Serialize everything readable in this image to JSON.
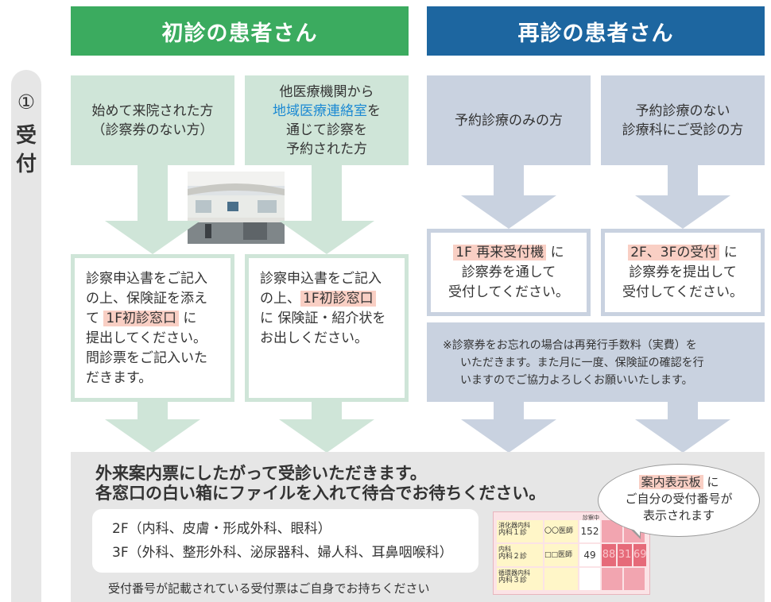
{
  "headers": {
    "first_visit": "初診の患者さん",
    "return_visit": "再診の患者さん"
  },
  "step": {
    "number": "①",
    "char1": "受",
    "char2": "付"
  },
  "categories": {
    "first_no_card_line1": "始めて来院された方",
    "first_no_card_line2": "（診察券のない方）",
    "first_referral_line1": "他医療機関から",
    "first_referral_link": "地域医療連絡室",
    "first_referral_suffix": "を",
    "first_referral_line3": "通じて診察を",
    "first_referral_line4": "予約された方",
    "return_reserved": "予約診療のみの方",
    "return_unreserved_line1": "予約診療のない",
    "return_unreserved_line2": "診療科にご受診の方"
  },
  "instructions": {
    "first_no_card": {
      "line1": "診察申込書をご記入",
      "line2": "の上、保険証を添え",
      "line3_pre": "て ",
      "line3_hl": "1F初診窓口",
      "line3_post": " に",
      "line4": "提出してください。",
      "line5": "問診票をご記入いた",
      "line6": "だきます。"
    },
    "first_referral": {
      "line1": "診察申込書をご記入",
      "line2_pre": "の上、",
      "line2_hl": "1F初診窓口",
      "line3": "に 保険証・紹介状を",
      "line4": "お出しください。"
    },
    "return_reserved": {
      "hl": "1F 再来受付機",
      "post": " に",
      "line2": "診察券を通して",
      "line3": "受付してください。"
    },
    "return_unreserved": {
      "hl": "2F、3Fの受付",
      "post": " に",
      "line2": "診察券を提出して",
      "line3": "受付してください。"
    }
  },
  "note": {
    "line1": "※診察券をお忘れの場合は再発行手数料（実費）を",
    "line2": "いただきます。また月に一度、保険証の確認を行",
    "line3": "いますのでご協力よろしくお願いいたします。"
  },
  "bottom": {
    "main_line1": "外来案内票にしたがって受診いただきます。",
    "main_line2": "各窓口の白い箱にファイルを入れて待合でお待ちください。",
    "floor2": "2F（内科、皮膚・形成外科、眼科）",
    "floor3": "3F（外科、整形外科、泌尿器科、婦人科、耳鼻咽喉科）",
    "footnote": "受付番号が記載されている受付票はご自身でお持ちください"
  },
  "bubble": {
    "hl": "案内表示板",
    "post": " に",
    "line2": "ご自分の受付番号が",
    "line3": "表示されます"
  },
  "board": {
    "header": "診察中",
    "rows": [
      {
        "room_small": "消化器内科",
        "room": "内科１診",
        "doctor": "〇〇医師",
        "current": "152",
        "waiting": []
      },
      {
        "room_small": "内科",
        "room": "内科２診",
        "doctor": "□□医師",
        "current": "49",
        "waiting": [
          "88",
          "31",
          "69"
        ]
      },
      {
        "room_small": "循環器内科",
        "room": "内科３診",
        "doctor": "",
        "current": "",
        "waiting": []
      }
    ]
  },
  "colors": {
    "first_header": "#3bab5f",
    "return_header": "#1d66a0",
    "first_light": "#cfe5d8",
    "return_light": "#c9d2e0",
    "highlight": "#f9cfc4",
    "link": "#1d8ad3"
  }
}
